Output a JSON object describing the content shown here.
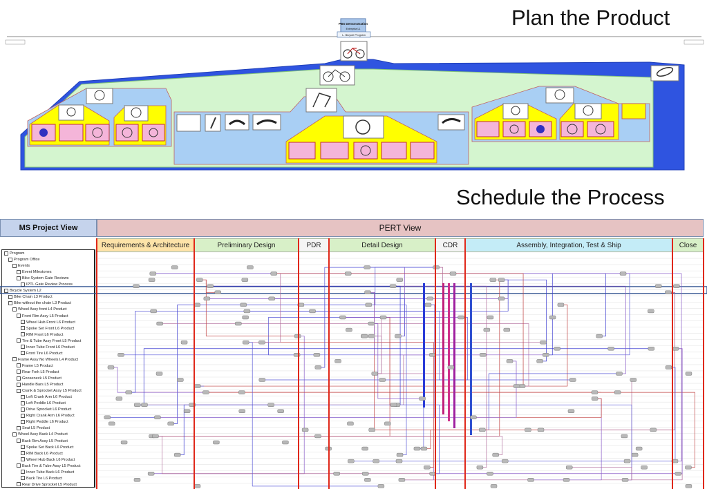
{
  "titles": {
    "plan": "Plan the Product",
    "schedule": "Schedule the Process"
  },
  "tree": {
    "root_label": "PBS Demonstration",
    "root_sub": "Enterprise L1",
    "program_label": "L. Bicycle Program"
  },
  "pert": {
    "ms_project_header": "MS Project View",
    "pert_header": "PERT  View",
    "phases": [
      {
        "label": "Requirements & Architecture",
        "color": "#fde3a8"
      },
      {
        "label": "Preliminary Design",
        "color": "#d8f0c8"
      },
      {
        "label": "PDR",
        "color": "#f4f4f4"
      },
      {
        "label": "Detail Design",
        "color": "#d8f0c8"
      },
      {
        "label": "CDR",
        "color": "#f4f4f4"
      },
      {
        "label": "Assembly, Integration, Test & Ship",
        "color": "#c4ecf7"
      },
      {
        "label": "Close",
        "color": "#d8f0c8"
      }
    ],
    "tasks": [
      "Program",
      "Program Office",
      "Events",
      "Event Milestones",
      "Bike System Gate Reviews",
      "IPTL Gate Review Process",
      "Bicycle System L2",
      "Bike Chain L3 Product",
      "Bike without the chain L3 Product",
      "Wheel Assy front L4 Product",
      "Front Rim Assy L5 Product",
      "Wheel Hub Front L6 Product",
      "Spoke Set Front L6 Product",
      "RIM Front L6 Product",
      "Tire & Tube Assy Front L5 Product",
      "Inner Tube Front L6 Product",
      "Front Tire L6 Product",
      "Frame Assy No Wheels L4 Product",
      "Frame L5 Product",
      "Rear Fork L5 Product",
      "Gooseneck L5 Product",
      "Handle Bars L5 Product",
      "Crank & Sprocket Assy L5 Product",
      "Left Crank Arm L6 Product",
      "Left Peddle L6 Product",
      "Drive Sprocket L6 Product",
      "Right Crank Arm L6 Product",
      "Right Peddle L6 Product",
      "Seat L5 Product",
      "Wheel Assy Back L4 Product",
      "Back Rim Assy L5 Product",
      "Spoke Set Back L6 Product",
      "RIM Back L6 Product",
      "Wheel Hub Back L6 Product",
      "Back Tire & Tube Assy L5 Product",
      "Inner Tube Back L6 Product",
      "Back Tire L6 Product",
      "Rear Drive Sprocket L5 Product"
    ]
  },
  "colors": {
    "blue_region": "#2f54e0",
    "green_region": "#d4f5cf",
    "light_blue_region": "#a9cff4",
    "yellow_region": "#ffff00",
    "pink_node": "#f4b5d9",
    "phase_line": "#e0281a"
  }
}
